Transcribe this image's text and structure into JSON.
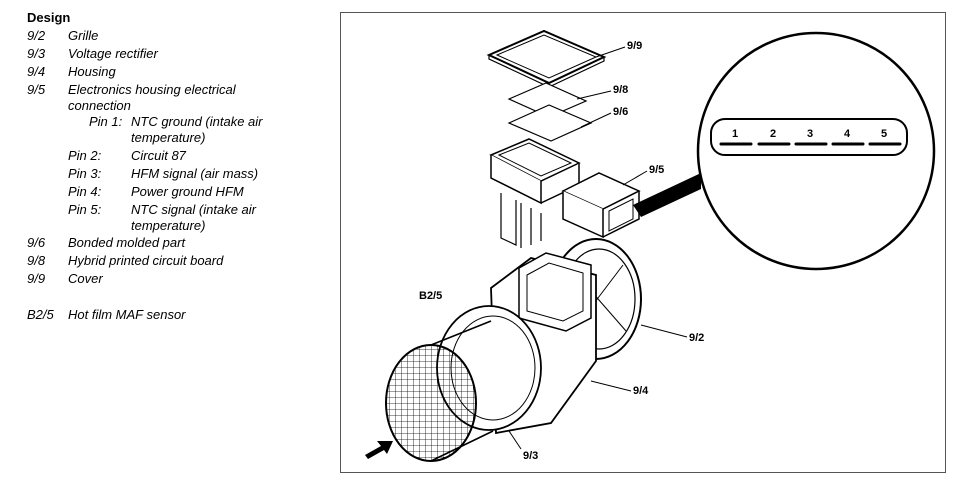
{
  "legend": {
    "title": "Design",
    "items": [
      {
        "code": "9/2",
        "label": "Grille"
      },
      {
        "code": "9/3",
        "label": "Voltage rectifier"
      },
      {
        "code": "9/4",
        "label": "Housing"
      },
      {
        "code": "9/5",
        "label": "Electronics housing electrical",
        "label_cont": "connection"
      },
      {
        "code": "9/6",
        "label": "Bonded molded part"
      },
      {
        "code": "9/8",
        "label": "Hybrid printed circuit board"
      },
      {
        "code": "9/9",
        "label": "Cover"
      },
      {
        "code": "B2/5",
        "label": "Hot film MAF sensor"
      }
    ],
    "pins": [
      {
        "label": "Pin 1:",
        "desc": "NTC ground (intake air",
        "desc_cont": "temperature)"
      },
      {
        "label": "Pin 2:",
        "desc": "Circuit 87"
      },
      {
        "label": "Pin 3:",
        "desc": "HFM signal (air mass)"
      },
      {
        "label": "Pin 4:",
        "desc": "Power ground HFM"
      },
      {
        "label": "Pin 5:",
        "desc": "NTC signal (intake air",
        "desc_cont": "temperature)"
      }
    ]
  },
  "diagram": {
    "callouts": [
      "9/9",
      "9/8",
      "9/6",
      "9/5",
      "B2/5",
      "9/2",
      "9/4",
      "9/3"
    ],
    "connector_pins": [
      "1",
      "2",
      "3",
      "4",
      "5"
    ]
  }
}
